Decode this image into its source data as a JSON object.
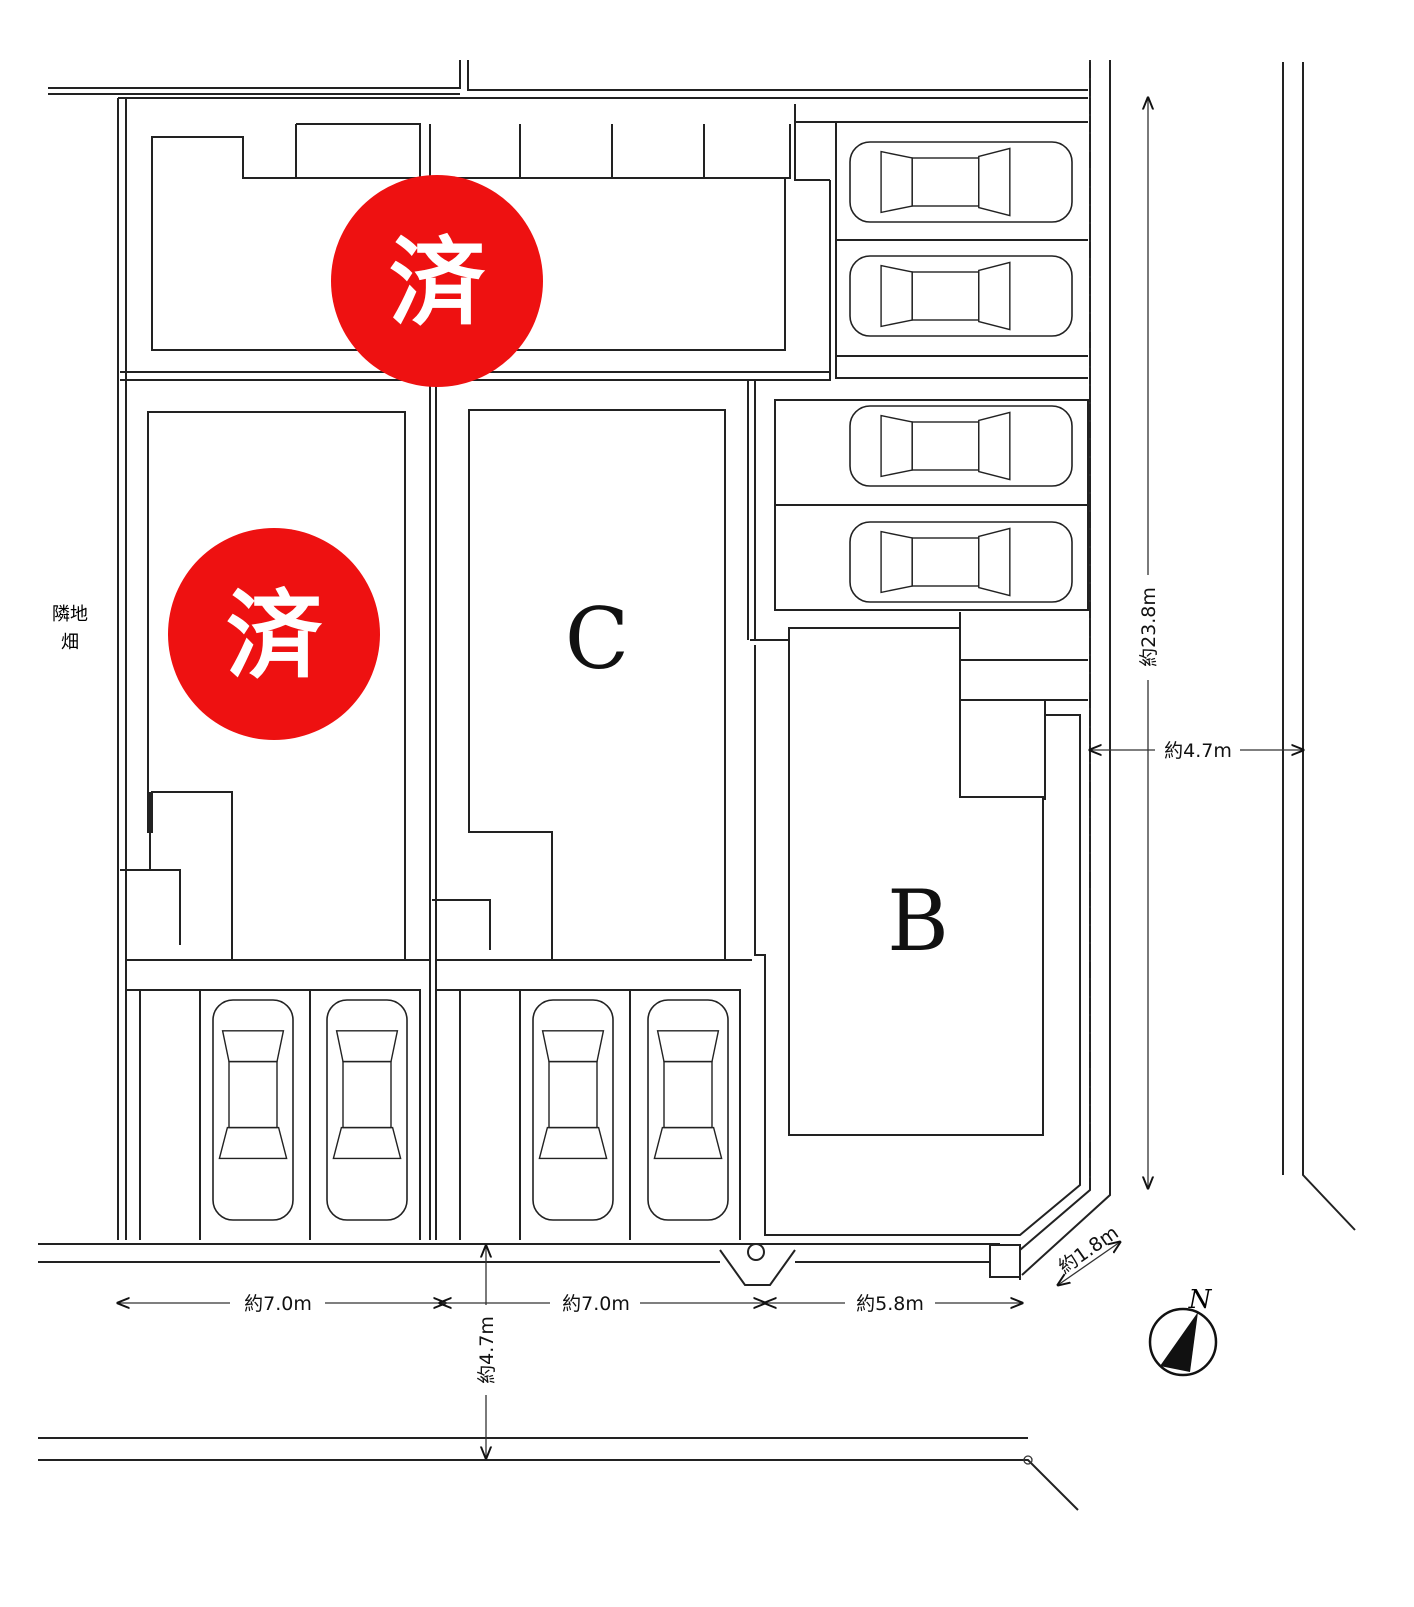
{
  "lots": [
    {
      "id": "top",
      "label": "",
      "status": "済"
    },
    {
      "id": "left",
      "label": "",
      "status": "済"
    },
    {
      "id": "C",
      "label": "C",
      "status": ""
    },
    {
      "id": "B",
      "label": "B",
      "status": ""
    }
  ],
  "neighbor": {
    "line1": "隣地",
    "line2": "畑"
  },
  "dimensions": {
    "front_a": "約7.0m",
    "front_b": "約7.0m",
    "front_c": "約5.8m",
    "road_south": "約4.7m",
    "depth": "約23.8m",
    "road_east": "約4.7m",
    "corner": "約1.8m"
  },
  "compass": {
    "label": "N"
  },
  "colors": {
    "lot_light": "#c8dc96",
    "lot_dark": "#a8c69c",
    "stamp": "#ee1111",
    "line": "#222222"
  }
}
